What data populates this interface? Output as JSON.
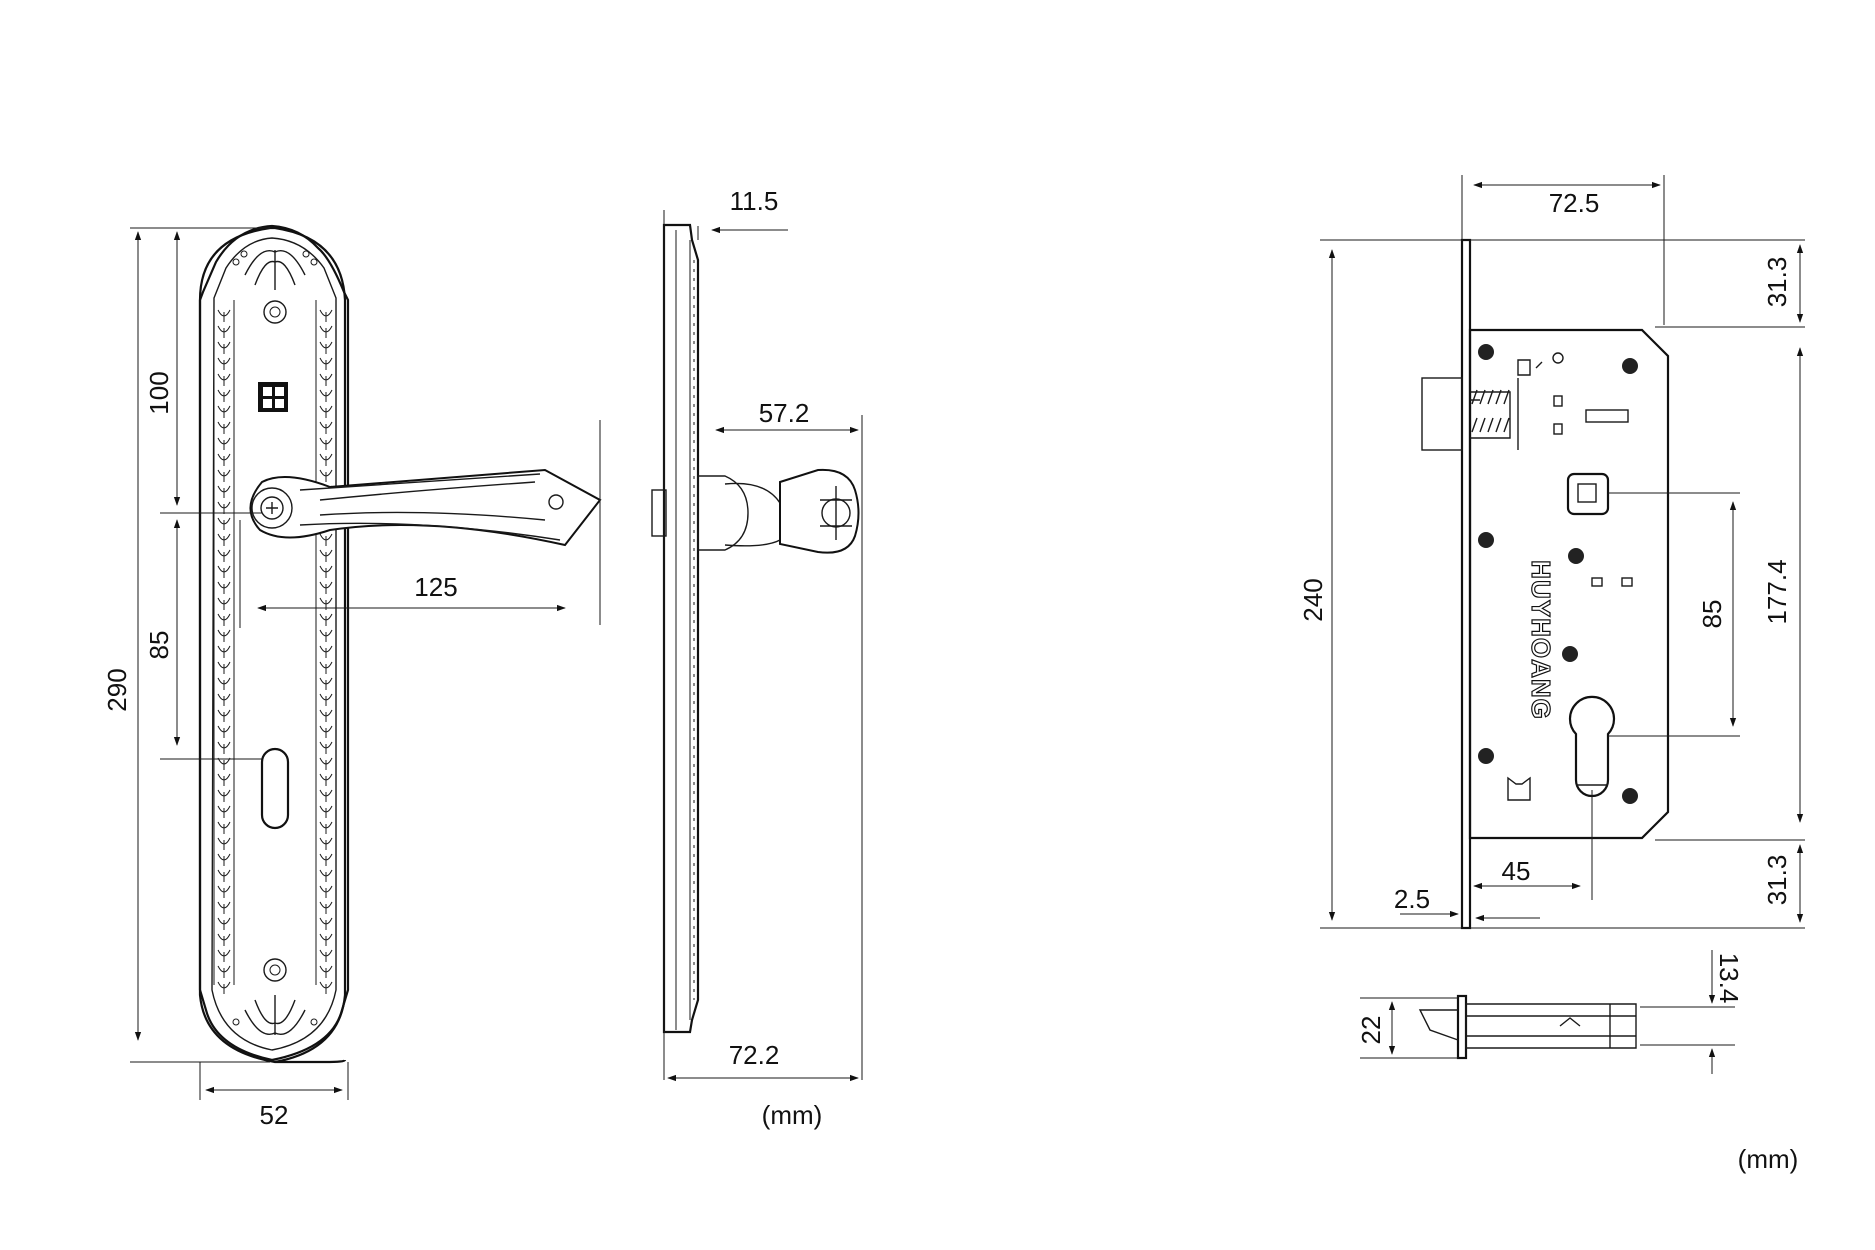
{
  "units": [
    "(mm)",
    "(mm)"
  ],
  "brand": "HUYHOANG",
  "front_view": {
    "height": "290",
    "top_to_handle": "100",
    "handle_to_keyhole": "85",
    "handle_length": "125",
    "width": "52"
  },
  "side_view": {
    "plate_thickness": "11.5",
    "handle_projection": "57.2",
    "total_depth": "72.2"
  },
  "lock_body": {
    "backset": "72.5",
    "top_offset": "31.3",
    "bottom_offset": "31.3",
    "faceplate_length": "240",
    "case_height": "177.4",
    "center_distance": "85",
    "cylinder_backset": "45",
    "faceplate_thickness": "2.5",
    "bolt_height": "22",
    "bolt_width": "13.4"
  }
}
